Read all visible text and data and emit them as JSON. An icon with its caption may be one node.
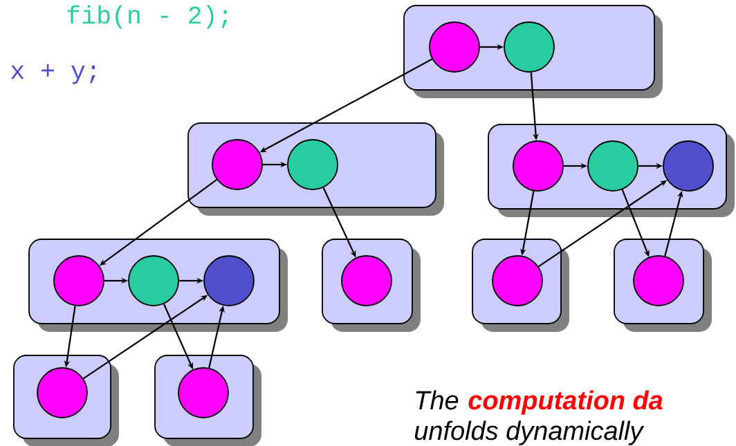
{
  "diagram": {
    "nodes": [
      {
        "text": [],
        "shape": "box"
      },
      {
        "text": [],
        "shape": "circle",
        "in": 0
      },
      {
        "text": [],
        "shape": "circle",
        "in": 0
      },
      {
        "text": [],
        "shape": "box"
      },
      {
        "text": [],
        "shape": "circle",
        "in": 3
      },
      {
        "text": [],
        "shape": "circle",
        "in": 3
      },
      {
        "text": [],
        "shape": "box"
      },
      {
        "text": [],
        "shape": "circle",
        "in": 6
      },
      {
        "text": [],
        "shape": "circle",
        "in": 6
      },
      {
        "text": [],
        "shape": "circle",
        "in": 6
      },
      {
        "text": [],
        "shape": "box"
      },
      {
        "text": [],
        "shape": "circle",
        "in": 10
      },
      {
        "text": [],
        "shape": "circle",
        "in": 10
      },
      {
        "text": [],
        "shape": "circle",
        "in": 10
      },
      {
        "text": [],
        "shape": "box"
      },
      {
        "text": [],
        "shape": "circle",
        "in": 14
      },
      {
        "text": [],
        "shape": "box"
      },
      {
        "text": [],
        "shape": "circle",
        "in": 16
      },
      {
        "text": [],
        "shape": "box"
      },
      {
        "text": [],
        "shape": "circle",
        "in": 18
      },
      {
        "text": [],
        "shape": "box"
      },
      {
        "text": [],
        "shape": "circle",
        "in": 20
      },
      {
        "text": [],
        "shape": "box"
      },
      {
        "text": [],
        "shape": "circle",
        "in": 22
      }
    ],
    "edges": [
      {
        "from": 1,
        "to": 2,
        "arrow": "to"
      },
      {
        "from": 1,
        "to": 4,
        "arrow": "to"
      },
      {
        "from": 2,
        "to": 7,
        "arrow": "to"
      },
      {
        "from": 4,
        "to": 5,
        "arrow": "to"
      },
      {
        "from": 4,
        "to": 11,
        "arrow": "to"
      },
      {
        "from": 5,
        "to": 15,
        "arrow": "to"
      },
      {
        "from": 7,
        "to": 8,
        "arrow": "to"
      },
      {
        "from": 8,
        "to": 9,
        "arrow": "to"
      },
      {
        "from": 7,
        "to": 17,
        "arrow": "to"
      },
      {
        "from": 17,
        "to": 9,
        "arrow": "to"
      },
      {
        "from": 8,
        "to": 19,
        "arrow": "to"
      },
      {
        "from": 19,
        "to": 9,
        "arrow": "to"
      },
      {
        "from": 11,
        "to": 12,
        "arrow": "to"
      },
      {
        "from": 12,
        "to": 13,
        "arrow": "to"
      },
      {
        "from": 11,
        "to": 21,
        "arrow": "to"
      },
      {
        "from": 21,
        "to": 13,
        "arrow": "to"
      },
      {
        "from": 12,
        "to": 23,
        "arrow": "to"
      },
      {
        "from": 23,
        "to": 13,
        "arrow": "to"
      }
    ],
    "labels": [
      "fib(n - 2);",
      "x + y;",
      "The",
      "computation da",
      "unfolds dynamically"
    ]
  }
}
